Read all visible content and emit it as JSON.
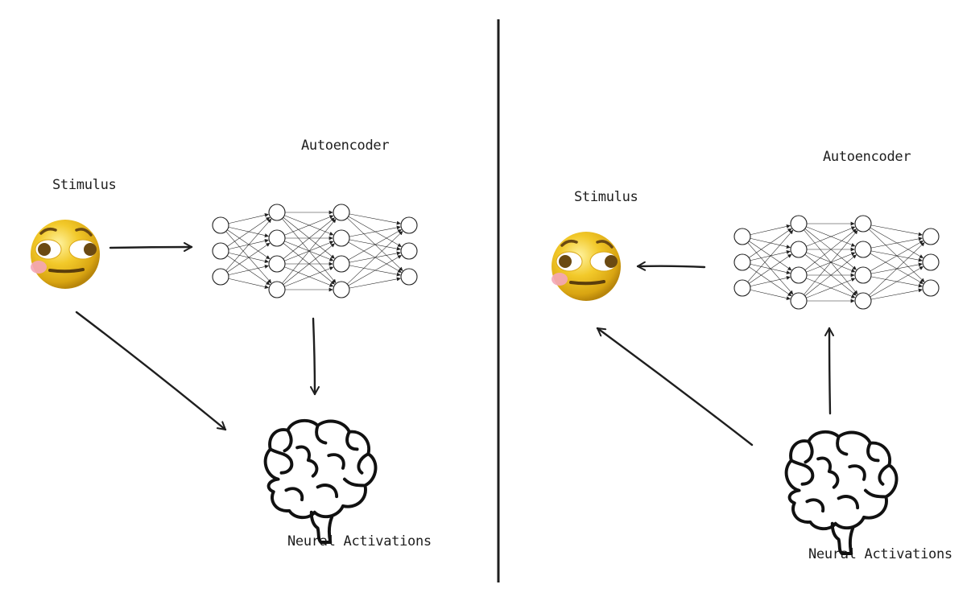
{
  "panels": [
    {
      "stimulus_label": "Stimulus",
      "autoencoder_label": "Autoencoder",
      "activations_label": "Neural Activations"
    },
    {
      "stimulus_label": "Stimulus",
      "autoencoder_label": "Autoencoder",
      "activations_label": "Neural Activations"
    }
  ],
  "network_layers": [
    3,
    4,
    4,
    3
  ],
  "colors": {
    "ink": "#1e1e1e",
    "face": "#f2c92a",
    "face_shadow": "#b8860b",
    "eye_white": "#ffffff",
    "pupil": "#6b4a12",
    "blush": "#f4a6b8"
  },
  "icons": [
    "emoji-face-icon",
    "neural-network-icon",
    "brain-icon"
  ]
}
